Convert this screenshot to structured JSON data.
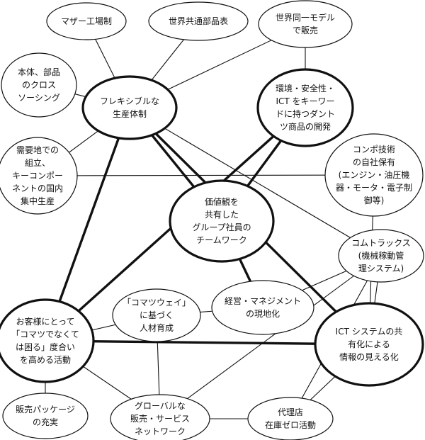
{
  "nodes": {
    "mother_factory": {
      "lines": [
        "マザー工場制"
      ]
    },
    "common_parts": {
      "lines": [
        "世界共通部品表"
      ]
    },
    "same_model": {
      "lines": [
        "世界同一モデル",
        "で販売"
      ]
    },
    "cross_sourcing": {
      "lines": [
        "本体、部品",
        "のクロス",
        "ソーシング"
      ]
    },
    "flexible": {
      "lines": [
        "フレキシブルな",
        "生産体制"
      ]
    },
    "ict_products": {
      "lines": [
        "環境・安全性・",
        "ICT をキーワー",
        "ドに持つダント",
        "ツ商品の開発"
      ]
    },
    "local_assembly": {
      "lines": [
        "需要地での",
        "組立、",
        "キーコンポー",
        "ネントの国内",
        "集中生産"
      ]
    },
    "component_tech": {
      "lines": [
        "コンポ技術",
        "の自社保有",
        "(エンジン・油圧機",
        "器・モータ・電子制",
        "御等)"
      ]
    },
    "values_team": {
      "lines": [
        "価値観を",
        "共有した",
        "グループ社員の",
        "チームワーク"
      ]
    },
    "komtrax": {
      "lines": [
        "コムトラックス",
        "(機械稼動管",
        "理システム)"
      ]
    },
    "komatsu_way": {
      "lines": [
        "「コマツウェイ」",
        "に基づく",
        "人材育成"
      ]
    },
    "localization": {
      "lines": [
        "経営・マネジメント",
        "の現地化"
      ]
    },
    "customer": {
      "lines": [
        "お客様にとって",
        "「コマツでなくて",
        "は困る」度合い",
        "を高める活動"
      ]
    },
    "ict_sharing": {
      "lines": [
        "ICT システムの共",
        "有化による",
        "情報の見える化"
      ]
    },
    "sales_package": {
      "lines": [
        "販売パッケージ",
        "の充実"
      ]
    },
    "global_network": {
      "lines": [
        "グローバルな",
        "販売・サービス",
        "ネットワーク"
      ]
    },
    "distributor": {
      "lines": [
        "代理店",
        "在庫ゼロ活動"
      ]
    }
  },
  "edges": [
    {
      "from": "flexible",
      "to": "customer",
      "weight": "bold"
    },
    {
      "from": "flexible",
      "to": "values_team",
      "weight": "bold"
    },
    {
      "from": "flexible",
      "to": "ict_sharing",
      "weight": "bold"
    },
    {
      "from": "ict_products",
      "to": "customer",
      "weight": "bold"
    },
    {
      "from": "ict_products",
      "to": "values_team",
      "weight": "bold"
    },
    {
      "from": "values_team",
      "to": "localization",
      "weight": "bold"
    },
    {
      "from": "customer",
      "to": "ict_sharing",
      "weight": "bold"
    },
    {
      "from": "flexible",
      "to": "mother_factory",
      "weight": "thin"
    },
    {
      "from": "flexible",
      "to": "common_parts",
      "weight": "thin"
    },
    {
      "from": "flexible",
      "to": "same_model",
      "weight": "thin"
    },
    {
      "from": "flexible",
      "to": "cross_sourcing",
      "weight": "thin"
    },
    {
      "from": "flexible",
      "to": "local_assembly",
      "weight": "thin"
    },
    {
      "from": "flexible",
      "to": "komtrax",
      "weight": "thin"
    },
    {
      "from": "same_model",
      "to": "ict_products",
      "weight": "thin"
    },
    {
      "from": "local_assembly",
      "to": "component_tech",
      "weight": "thin"
    },
    {
      "from": "component_tech",
      "to": "ict_sharing",
      "weight": "thin"
    },
    {
      "from": "komtrax",
      "to": "localization",
      "weight": "thin"
    },
    {
      "from": "komtrax",
      "to": "ict_sharing",
      "weight": "thin"
    },
    {
      "from": "komtrax",
      "to": "distributor",
      "weight": "thin"
    },
    {
      "from": "komtrax",
      "to": "global_network",
      "weight": "thin"
    },
    {
      "from": "customer",
      "to": "komatsu_way",
      "weight": "thin"
    },
    {
      "from": "komatsu_way",
      "to": "localization",
      "weight": "thin"
    },
    {
      "from": "customer",
      "to": "sales_package",
      "weight": "thin"
    },
    {
      "from": "customer",
      "to": "global_network",
      "weight": "thin"
    },
    {
      "from": "komatsu_way",
      "to": "global_network",
      "weight": "thin"
    },
    {
      "from": "global_network",
      "to": "distributor",
      "weight": "thin"
    },
    {
      "from": "distributor",
      "to": "ict_sharing",
      "weight": "thin"
    }
  ]
}
